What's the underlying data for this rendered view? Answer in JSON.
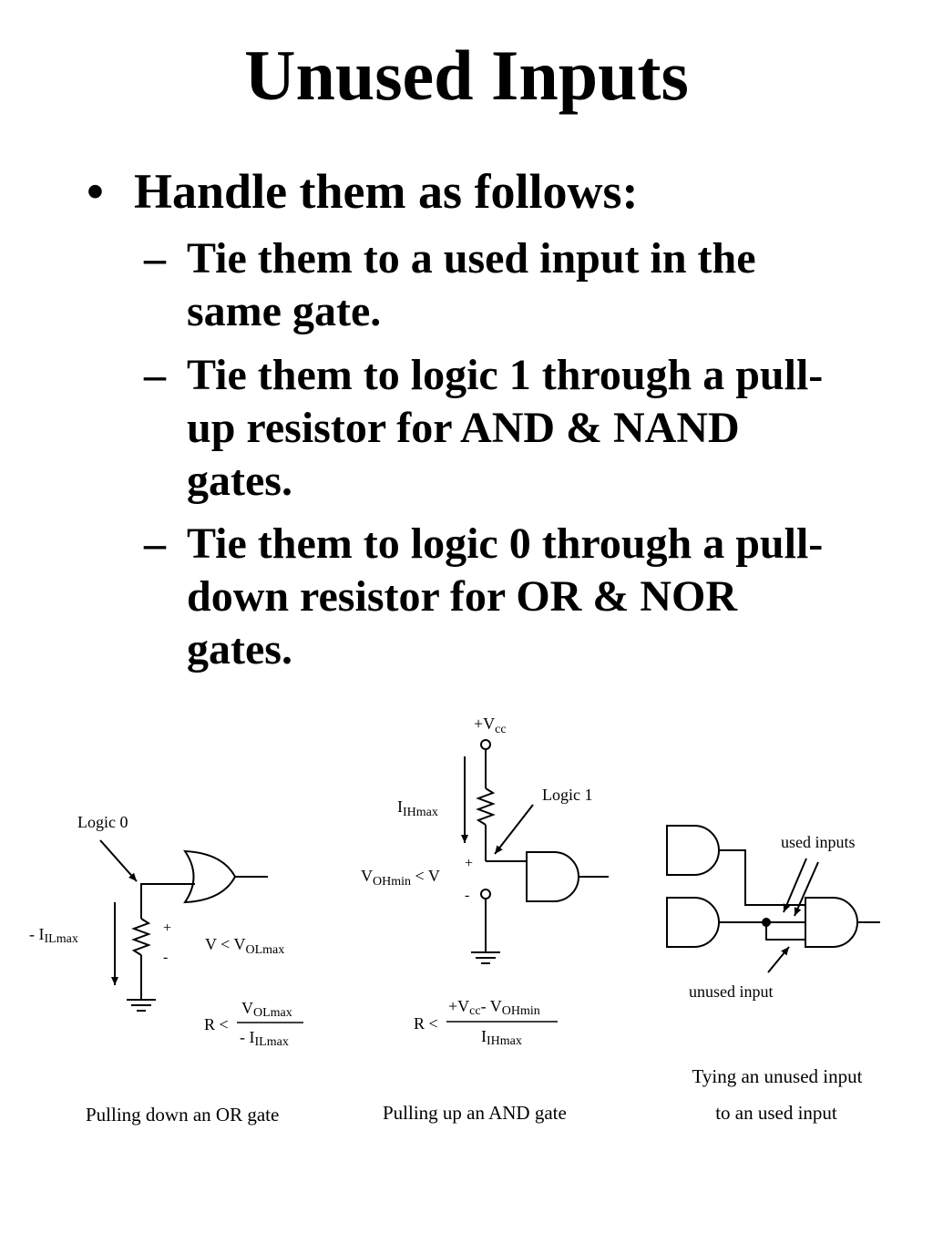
{
  "title": "Unused Inputs",
  "bullet": {
    "marker": "•",
    "text": "Handle them as follows:",
    "items": [
      {
        "marker": "–",
        "text": "Tie them to a used input in the same gate."
      },
      {
        "marker": "–",
        "text": "Tie them to logic 1 through a pull-up resistor for AND & NAND gates."
      },
      {
        "marker": "–",
        "text": "Tie them to logic 0 through a pull-down resistor for OR & NOR gates."
      }
    ]
  },
  "diagram_or": {
    "logic_label": "Logic 0",
    "current_label": "- I",
    "current_sub": "ILmax",
    "plus": "+",
    "minus": "-",
    "v_cond": "V < V",
    "v_cond_sub": "OLmax",
    "r_prefix": "R <",
    "r_num": "V",
    "r_num_sub": "OLmax",
    "r_den": "- I",
    "r_den_sub": "ILmax",
    "caption": "Pulling down an OR gate"
  },
  "diagram_and": {
    "vcc": "+V",
    "vcc_sub": "cc",
    "logic_label": "Logic 1",
    "current_label": "I",
    "current_sub": "IHmax",
    "plus": "+",
    "minus": "-",
    "v_cond_pre": "V",
    "v_cond_sub": "OHmin",
    "v_cond_post": " < V",
    "r_prefix": "R <",
    "r_num_a": "+V",
    "r_num_a_sub": "cc",
    "r_num_b": "-  V",
    "r_num_b_sub": "OHmin",
    "r_den": "I",
    "r_den_sub": "IHmax",
    "caption": "Pulling up an AND gate"
  },
  "diagram_tie": {
    "used_label": "used inputs",
    "unused_label": "unused input",
    "caption_line1": "Tying an unused input",
    "caption_line2": "to an used input"
  }
}
